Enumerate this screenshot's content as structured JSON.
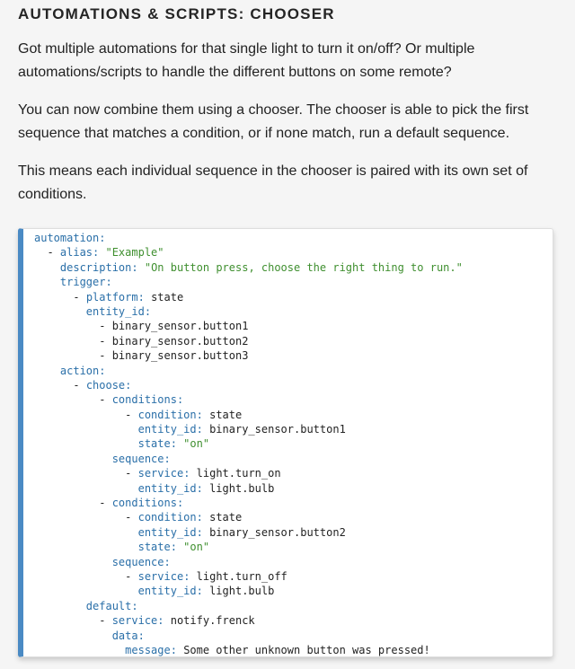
{
  "article": {
    "heading": "AUTOMATIONS & SCRIPTS: CHOOSER",
    "paragraphs": [
      "Got multiple automations for that single light to turn it on/off? Or multiple automations/scripts to handle the different buttons on some remote?",
      "You can now combine them using a chooser. The chooser is able to pick the first sequence that matches a condition, or if none match, run a default sequence.",
      "This means each individual sequence in the chooser is paired with its own set of conditions."
    ]
  },
  "code_block": {
    "accent_color": "#4a8ac4",
    "lines": [
      {
        "indent": "",
        "dash": "",
        "key": "automation",
        "sep": ":",
        "value": "",
        "value_type": "plain"
      },
      {
        "indent": "  ",
        "dash": "- ",
        "key": "alias",
        "sep": ": ",
        "value": "\"Example\"",
        "value_type": "string"
      },
      {
        "indent": "    ",
        "dash": "",
        "key": "description",
        "sep": ": ",
        "value": "\"On button press, choose the right thing to run.\"",
        "value_type": "string"
      },
      {
        "indent": "    ",
        "dash": "",
        "key": "trigger",
        "sep": ":",
        "value": "",
        "value_type": "plain"
      },
      {
        "indent": "      ",
        "dash": "- ",
        "key": "platform",
        "sep": ": ",
        "value": "state",
        "value_type": "plain"
      },
      {
        "indent": "        ",
        "dash": "",
        "key": "entity_id",
        "sep": ":",
        "value": "",
        "value_type": "plain"
      },
      {
        "indent": "          ",
        "dash": "- ",
        "key": "",
        "sep": "",
        "value": "binary_sensor.button1",
        "value_type": "plain"
      },
      {
        "indent": "          ",
        "dash": "- ",
        "key": "",
        "sep": "",
        "value": "binary_sensor.button2",
        "value_type": "plain"
      },
      {
        "indent": "          ",
        "dash": "- ",
        "key": "",
        "sep": "",
        "value": "binary_sensor.button3",
        "value_type": "plain"
      },
      {
        "indent": "    ",
        "dash": "",
        "key": "action",
        "sep": ":",
        "value": "",
        "value_type": "plain"
      },
      {
        "indent": "      ",
        "dash": "- ",
        "key": "choose",
        "sep": ":",
        "value": "",
        "value_type": "plain"
      },
      {
        "indent": "          ",
        "dash": "- ",
        "key": "conditions",
        "sep": ":",
        "value": "",
        "value_type": "plain"
      },
      {
        "indent": "              ",
        "dash": "- ",
        "key": "condition",
        "sep": ": ",
        "value": "state",
        "value_type": "plain"
      },
      {
        "indent": "                ",
        "dash": "",
        "key": "entity_id",
        "sep": ": ",
        "value": "binary_sensor.button1",
        "value_type": "plain"
      },
      {
        "indent": "                ",
        "dash": "",
        "key": "state",
        "sep": ": ",
        "value": "\"on\"",
        "value_type": "string"
      },
      {
        "indent": "            ",
        "dash": "",
        "key": "sequence",
        "sep": ":",
        "value": "",
        "value_type": "plain"
      },
      {
        "indent": "              ",
        "dash": "- ",
        "key": "service",
        "sep": ": ",
        "value": "light.turn_on",
        "value_type": "plain"
      },
      {
        "indent": "                ",
        "dash": "",
        "key": "entity_id",
        "sep": ": ",
        "value": "light.bulb",
        "value_type": "plain"
      },
      {
        "indent": "          ",
        "dash": "- ",
        "key": "conditions",
        "sep": ":",
        "value": "",
        "value_type": "plain"
      },
      {
        "indent": "              ",
        "dash": "- ",
        "key": "condition",
        "sep": ": ",
        "value": "state",
        "value_type": "plain"
      },
      {
        "indent": "                ",
        "dash": "",
        "key": "entity_id",
        "sep": ": ",
        "value": "binary_sensor.button2",
        "value_type": "plain"
      },
      {
        "indent": "                ",
        "dash": "",
        "key": "state",
        "sep": ": ",
        "value": "\"on\"",
        "value_type": "string"
      },
      {
        "indent": "            ",
        "dash": "",
        "key": "sequence",
        "sep": ":",
        "value": "",
        "value_type": "plain"
      },
      {
        "indent": "              ",
        "dash": "- ",
        "key": "service",
        "sep": ": ",
        "value": "light.turn_off",
        "value_type": "plain"
      },
      {
        "indent": "                ",
        "dash": "",
        "key": "entity_id",
        "sep": ": ",
        "value": "light.bulb",
        "value_type": "plain"
      },
      {
        "indent": "        ",
        "dash": "",
        "key": "default",
        "sep": ":",
        "value": "",
        "value_type": "plain"
      },
      {
        "indent": "          ",
        "dash": "- ",
        "key": "service",
        "sep": ": ",
        "value": "notify.frenck",
        "value_type": "plain"
      },
      {
        "indent": "            ",
        "dash": "",
        "key": "data",
        "sep": ":",
        "value": "",
        "value_type": "plain"
      },
      {
        "indent": "              ",
        "dash": "",
        "key": "message",
        "sep": ": ",
        "value": "Some other unknown button was pressed!",
        "value_type": "plain"
      }
    ]
  }
}
